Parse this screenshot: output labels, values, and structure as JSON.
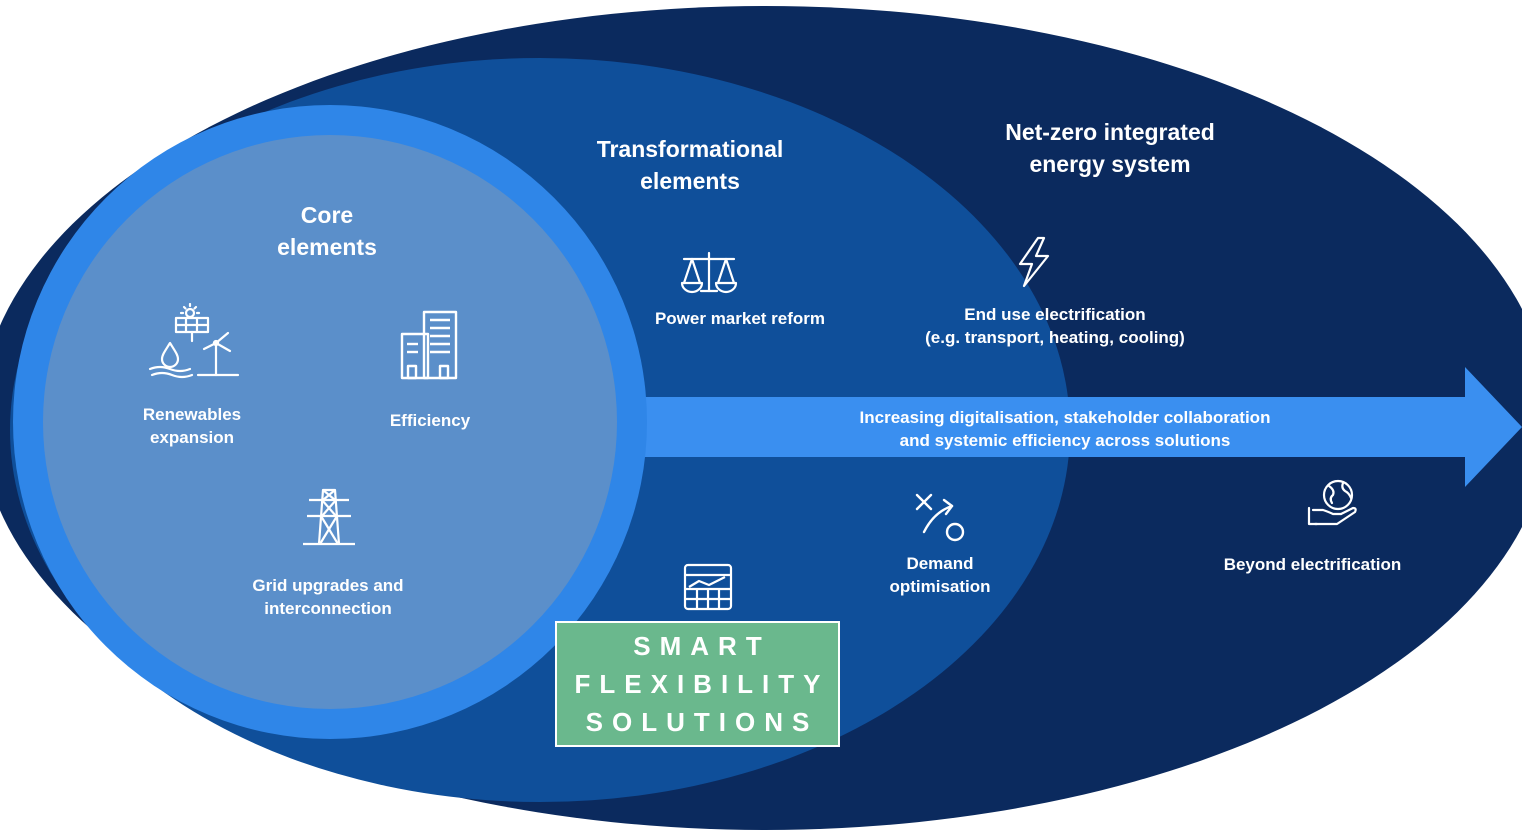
{
  "diagram": {
    "colors": {
      "outer_ellipse": "#0b2a5e",
      "middle_ellipse": "#0f4f9a",
      "core_ring": "#2f86e8",
      "core_fill": "#5b8fca",
      "arrow": "#3a8ff0",
      "smart_box": "#6ab88d"
    },
    "core": {
      "title": "Core\nelements",
      "renewables": "Renewables\nexpansion",
      "efficiency": "Efficiency",
      "grid": "Grid upgrades and\ninterconnection"
    },
    "transformational": {
      "title": "Transformational\nelements",
      "power_market": "Power market reform",
      "demand": "Demand\noptimisation"
    },
    "net_zero": {
      "title": "Net-zero integrated\nenergy system",
      "electrification": "End use electrification\n(e.g. transport, heating, cooling)",
      "beyond": "Beyond electrification"
    },
    "arrow_text": "Increasing digitalisation, stakeholder collaboration\nand systemic efficiency across solutions",
    "smart_box": [
      "SMART",
      "FLEXIBILITY",
      "SOLUTIONS"
    ],
    "icons": [
      "renewables-icon",
      "building-icon",
      "transmission-tower-icon",
      "scales-icon",
      "lightning-icon",
      "spreadsheet-chart-icon",
      "strategy-icon",
      "globe-hand-icon"
    ]
  }
}
